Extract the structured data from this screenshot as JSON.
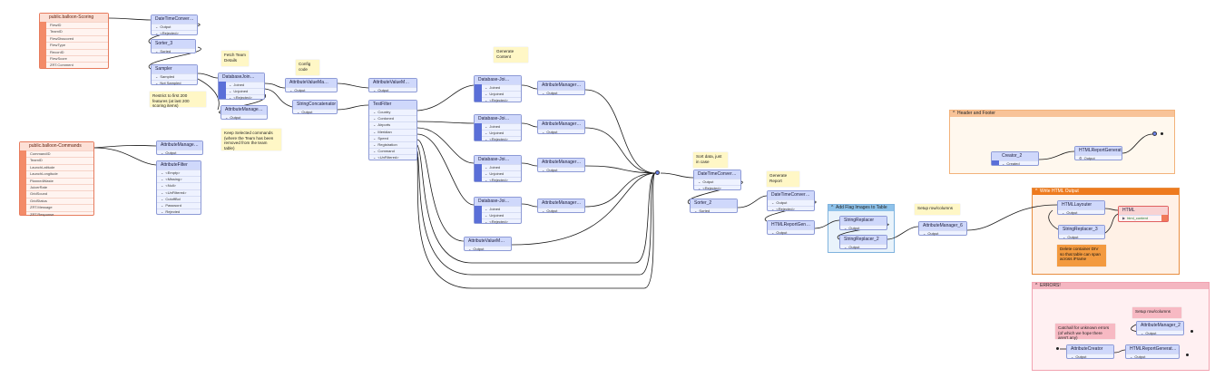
{
  "colors": {
    "transformer": "#cfd8fb",
    "reader": "#f38b68",
    "note": "#fff7c6",
    "wire": "#1a1a1a",
    "bookmark_write": "#ee7a1e"
  },
  "readers": {
    "scoring": {
      "title": "public.balloon-Scoring",
      "attrs": [
        "FlewID",
        "TeamID",
        "FlewDisscored",
        "FlewType",
        "ReconID",
        "FlewScore",
        "ZRT.Comment"
      ]
    },
    "commands": {
      "title": "public.balloon-Commands",
      "attrs": [
        "CommandID",
        "TeamID",
        "LaunchLatitude",
        "LaunchLongitude",
        "PlannedWaste",
        "JuicerRate",
        "GridSound",
        "GridStatus",
        "ZRT.Message",
        "ZRT.Response"
      ]
    }
  },
  "nodes": {
    "datetime1": {
      "title": "DateTimeConver…",
      "ports": [
        "Output",
        "<Rejected>"
      ]
    },
    "sorter3": {
      "title": "Sorter_3",
      "ports": [
        "Sorted"
      ]
    },
    "sampler": {
      "title": "Sampler",
      "ports": [
        "Sampled",
        "Not Sampled"
      ]
    },
    "attrmgr_a": {
      "title": "AttributeManage…",
      "ports": [
        "Output"
      ]
    },
    "attrfilter": {
      "title": "AttributeFilter",
      "ports": [
        "<Empty>",
        "<Missing>",
        "<Null>",
        "<UnFiltered>",
        "CutoffBol",
        "Password",
        "Rejected"
      ]
    },
    "dbjoin1": {
      "title": "DatabaseJoin…",
      "ports": [
        "Joined",
        "Unjoined",
        "<Rejected>"
      ]
    },
    "attrmgr_b": {
      "title": "AttributeManage…",
      "ports": [
        "Output"
      ]
    },
    "attrval1": {
      "title": "AttributeValueMa…",
      "ports": [
        "Output"
      ]
    },
    "strconcat": {
      "title": "StringConcatenator",
      "ports": [
        "Output"
      ]
    },
    "attrval2": {
      "title": "AttributeValueM…",
      "ports": [
        "Output"
      ]
    },
    "testfilter": {
      "title": "TestFilter",
      "ports": [
        "Country",
        "Cordoned",
        "Airports",
        "Meridian",
        "Speed",
        "Registration",
        "Command",
        "<UnFiltered>"
      ]
    },
    "dbjoin2": {
      "title": "Database-Joi…",
      "ports": [
        "Joined",
        "Unjoined",
        "<Rejected>"
      ]
    },
    "dbjoin3": {
      "title": "Database-Joi…",
      "ports": [
        "Joined",
        "Unjoined",
        "<Rejected>"
      ]
    },
    "dbjoin4": {
      "title": "Database-Joi…",
      "ports": [
        "Joined",
        "Unjoined",
        "<Rejected>"
      ]
    },
    "dbjoin5": {
      "title": "Database-Joi…",
      "ports": [
        "Joined",
        "Unjoined",
        "<Rejected>"
      ]
    },
    "am2": {
      "title": "AttributeManager…",
      "ports": [
        "Output"
      ]
    },
    "am3": {
      "title": "AttributeManager…",
      "ports": [
        "Output"
      ]
    },
    "am4": {
      "title": "AttributeManager…",
      "ports": [
        "Output"
      ]
    },
    "am5": {
      "title": "AttributeManager…",
      "ports": [
        "Output"
      ]
    },
    "attrval3": {
      "title": "AttributeValueM…",
      "ports": [
        "Output"
      ]
    },
    "datetime2": {
      "title": "DateTimeConver…",
      "ports": [
        "Output",
        "<Rejected>"
      ]
    },
    "sorter2": {
      "title": "Sorter_2",
      "ports": [
        "Sorted"
      ]
    },
    "datetime3": {
      "title": "DateTimeConver…",
      "ports": [
        "Output",
        "<Rejected>"
      ]
    },
    "htmlgen1": {
      "title": "HTMLReportGen…",
      "ports": [
        "Output"
      ]
    },
    "strrepl": {
      "title": "StringReplacer",
      "ports": [
        "Output"
      ]
    },
    "strrepl2": {
      "title": "StringReplacer_2",
      "ports": [
        "Output"
      ]
    },
    "am6": {
      "title": "AttributeManager_6",
      "ports": [
        "Output"
      ]
    },
    "creator2": {
      "title": "Creator_2",
      "ports": [
        "Created"
      ]
    },
    "htmlgen_hf": {
      "title": "HTMLReportGenerat…",
      "ports": [
        "Output"
      ]
    },
    "htmllayouter": {
      "title": "HTMLLayouter",
      "ports": [
        "Output"
      ]
    },
    "strrepl3": {
      "title": "StringReplacer_3",
      "ports": [
        "Output"
      ]
    },
    "am2err": {
      "title": "AttributeManager_2",
      "ports": [
        "Output"
      ]
    },
    "attrcreator": {
      "title": "AttributeCreator",
      "ports": [
        "Output"
      ]
    },
    "htmlgen_err": {
      "title": "HTMLReportGenerat…",
      "ports": [
        "Output"
      ]
    }
  },
  "writer": {
    "title": "HTML",
    "port": "html_content"
  },
  "notes": {
    "fetch_team": "Fetch Team Details",
    "config_code": "Config code",
    "restrict": "Restrict to first 200 features (at last 200 scoring items)",
    "keep_selected": "Keep Selected commands (where the Team has been removed from the team table)",
    "generate_content": "Generate Content",
    "sort_data": "Sort data, just in case",
    "generate_report": "Generate Report",
    "setup_columns": "Setup row/columns",
    "delete_container": "Delete container DIV so that table can span across iFrame",
    "setup_columns_err": "Setup row/columns",
    "catchall": "Catchall for unknown errors (of which we hope there aren't any)"
  },
  "bookmarks": {
    "header_footer": "Header and Footer",
    "write_html": "Write HTML Output",
    "errors": "ERRORS!",
    "flag_images": "Add Flag Images to Table"
  }
}
